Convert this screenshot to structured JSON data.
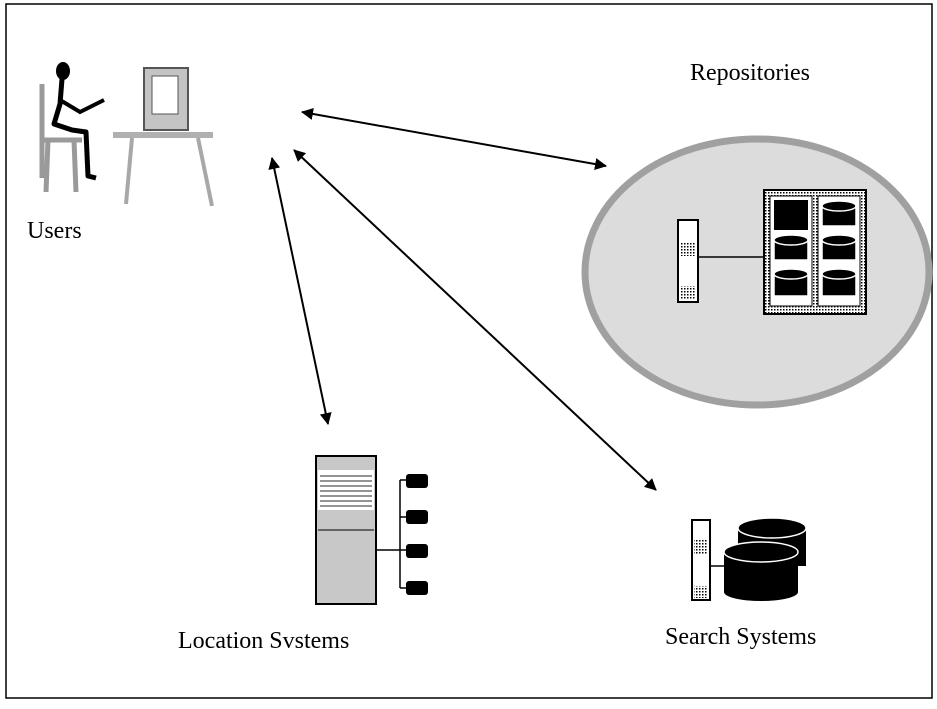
{
  "labels": {
    "users": "Users",
    "repositories": "Repositories",
    "location": "Location Svstems",
    "search": "Search Systems"
  },
  "colors": {
    "ellipse_fill": "#dcdcdc",
    "ellipse_stroke": "#a0a0a0",
    "panel_gray": "#c8c8c8",
    "ink": "#000000"
  },
  "icons": [
    "person-at-computer-icon",
    "server-rack-icon",
    "disk-stack-icon",
    "network-nodes-icon",
    "database-icon"
  ]
}
